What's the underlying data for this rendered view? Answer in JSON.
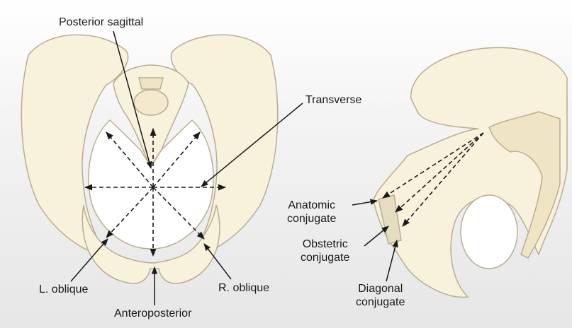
{
  "figure": {
    "labels": {
      "posterior_sagittal": "Posterior sagittal",
      "transverse": "Transverse",
      "l_oblique": "L. oblique",
      "anteroposterior": "Anteroposterior",
      "r_oblique": "R. oblique",
      "anatomic_conjugate": "Anatomic\nconjugate",
      "obstetric_conjugate": "Obstetric\nconjugate",
      "diagonal_conjugate": "Diagonal\nconjugate"
    },
    "colors": {
      "bone_fill": "#f8f1dc",
      "bone_stroke": "#b9ad90",
      "bone_dark": "#e6dcc0",
      "arrow": "#1a1a1a"
    }
  }
}
